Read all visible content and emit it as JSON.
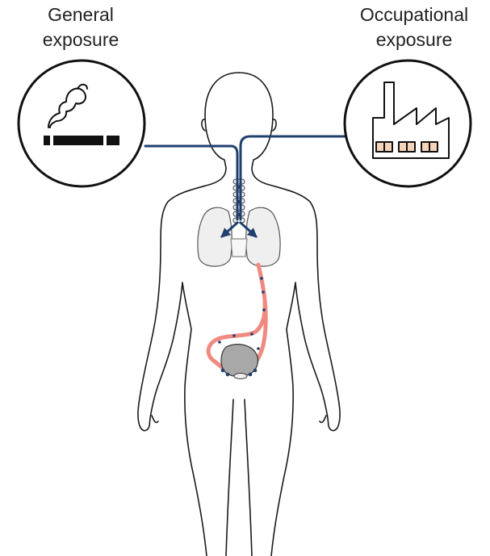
{
  "labels": {
    "general": {
      "line1": "General",
      "line2": "exposure"
    },
    "occupational": {
      "line1": "Occupational",
      "line2": "exposure"
    }
  },
  "icons": {
    "general": "cigarette-smoke-icon",
    "occupational": "factory-icon"
  },
  "colors": {
    "exposure_path": "#1f3f6e",
    "blood_path": "#f08a80",
    "lungs": "#efefef",
    "bladder": "#a8a8a8",
    "body_outline": "#1a1a1a",
    "factory_window": "#f5d3b8"
  }
}
